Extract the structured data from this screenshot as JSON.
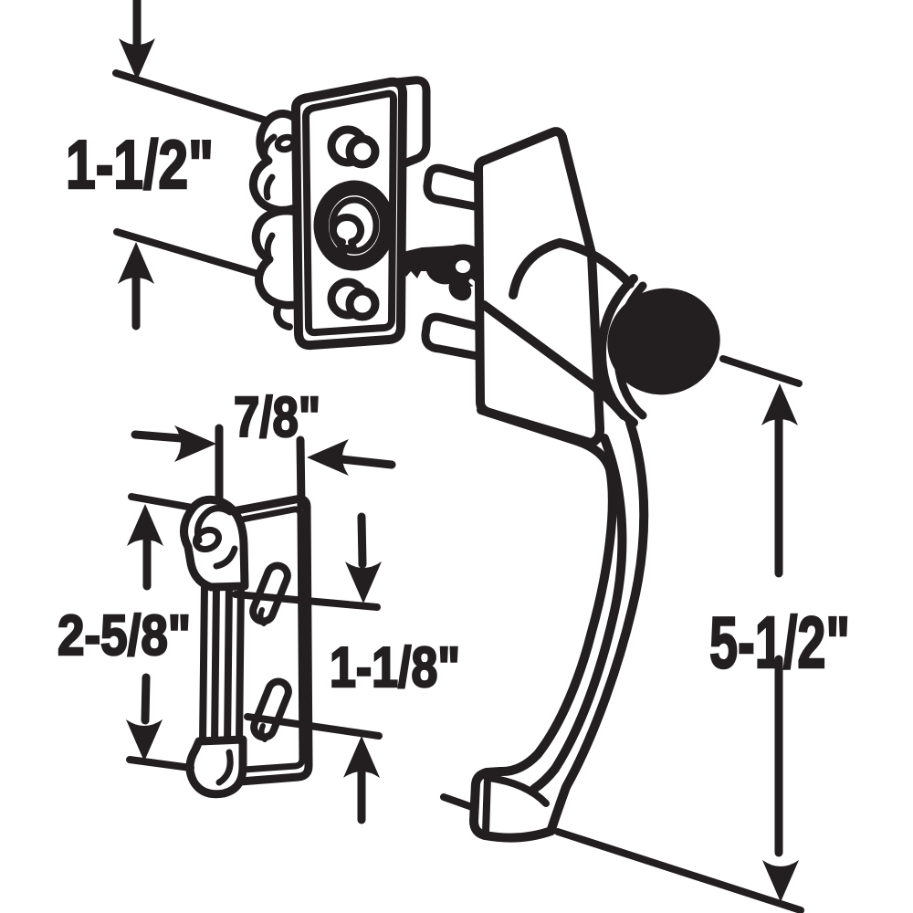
{
  "diagram": {
    "type": "technical-line-drawing",
    "subject": "Push-button door latch hardware set: keyed lock cylinder with mounting plate, push-button pull handle, and strike plate with hook keeper, annotated with dimensions",
    "colors": {
      "ink": "#231f20",
      "background": "#ffffff"
    },
    "labels": {
      "lock_body_height": "1-1/2\"",
      "handle_overall_height": "5-1/2\"",
      "strike_plate_width": "7/8\"",
      "strike_plate_height": "2-5/8\"",
      "slot_center_spacing": "1-1/8\""
    }
  }
}
